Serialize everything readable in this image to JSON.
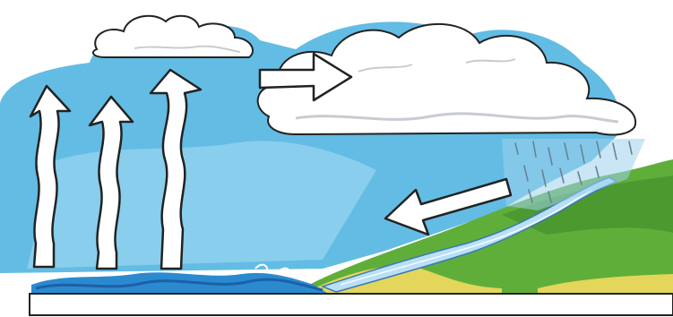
{
  "diagram": {
    "kind": "water-cycle illustration",
    "labels": [],
    "stages": [
      {
        "name": "evaporation",
        "symbol": "wavy-up-arrows",
        "count": 3
      },
      {
        "name": "condensation",
        "symbol": "clouds",
        "count": 2
      },
      {
        "name": "transport",
        "symbol": "right-arrow",
        "count": 1
      },
      {
        "name": "precipitation",
        "symbol": "rain-streaks",
        "count": 1
      },
      {
        "name": "runoff",
        "symbol": "left-arrow",
        "count": 1
      },
      {
        "name": "collection",
        "symbol": "sea-and-river",
        "count": 1
      }
    ]
  },
  "colors": {
    "sky": "#5bb8e3",
    "sky_light": "#a9dcf2",
    "sea": "#2a8ad0",
    "sea_dark": "#1d5fa8",
    "land_green": "#5fae3a",
    "land_dark": "#3f8a2a",
    "sand": "#e3d65a",
    "cloud": "#ffffff",
    "cloud_shade": "#c7ccd2",
    "outline": "#222222"
  }
}
